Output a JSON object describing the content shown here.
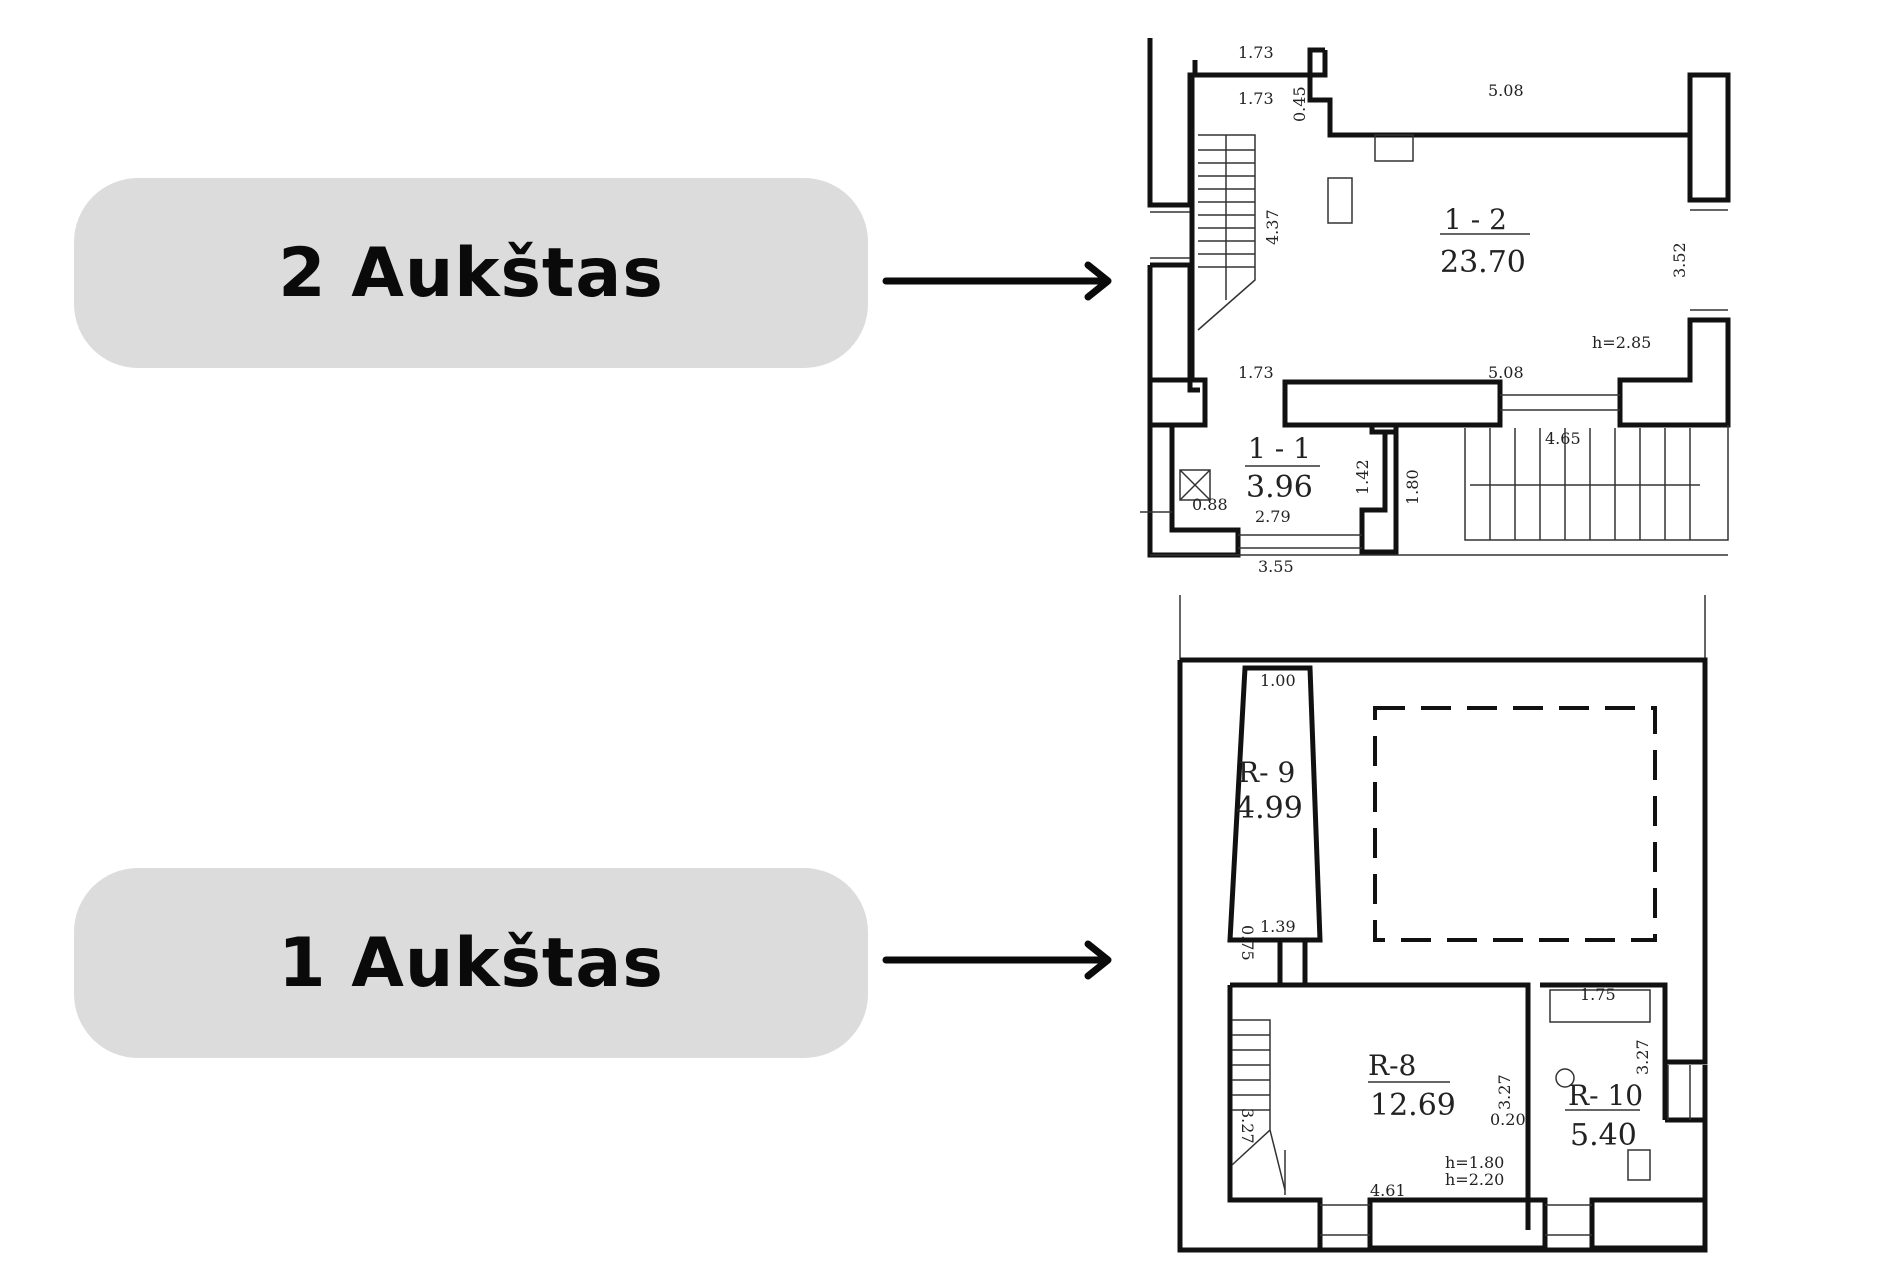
{
  "labels": {
    "upper_floor": "2 Aukštas",
    "lower_floor": "1 Aukštas"
  },
  "floor2": {
    "rooms": [
      {
        "id": "1 - 2",
        "area": "23.70"
      },
      {
        "id": "1 - 1",
        "area": "3.96"
      }
    ],
    "dims": [
      "1.73",
      "1.73",
      "0.45",
      "5.08",
      "4.37",
      "3.52",
      "h=2.85",
      "1.73",
      "5.08",
      "4.65",
      "1.42",
      "1.80",
      "0.88",
      "2.79",
      "3.55"
    ]
  },
  "floor1": {
    "rooms": [
      {
        "id": "R- 9",
        "area": "4.99"
      },
      {
        "id": "R-8",
        "area": "12.69"
      },
      {
        "id": "R- 10",
        "area": "5.40"
      }
    ],
    "dims": [
      "1.00",
      "0.75",
      "1.39",
      "1.75",
      "3.27",
      "3.27",
      "3.27",
      "0.20",
      "h=1.80",
      "h=2.20",
      "4.61"
    ]
  },
  "colors": {
    "pill": "#dcdcdc",
    "text": "#0a0a0a",
    "line": "#111111"
  }
}
